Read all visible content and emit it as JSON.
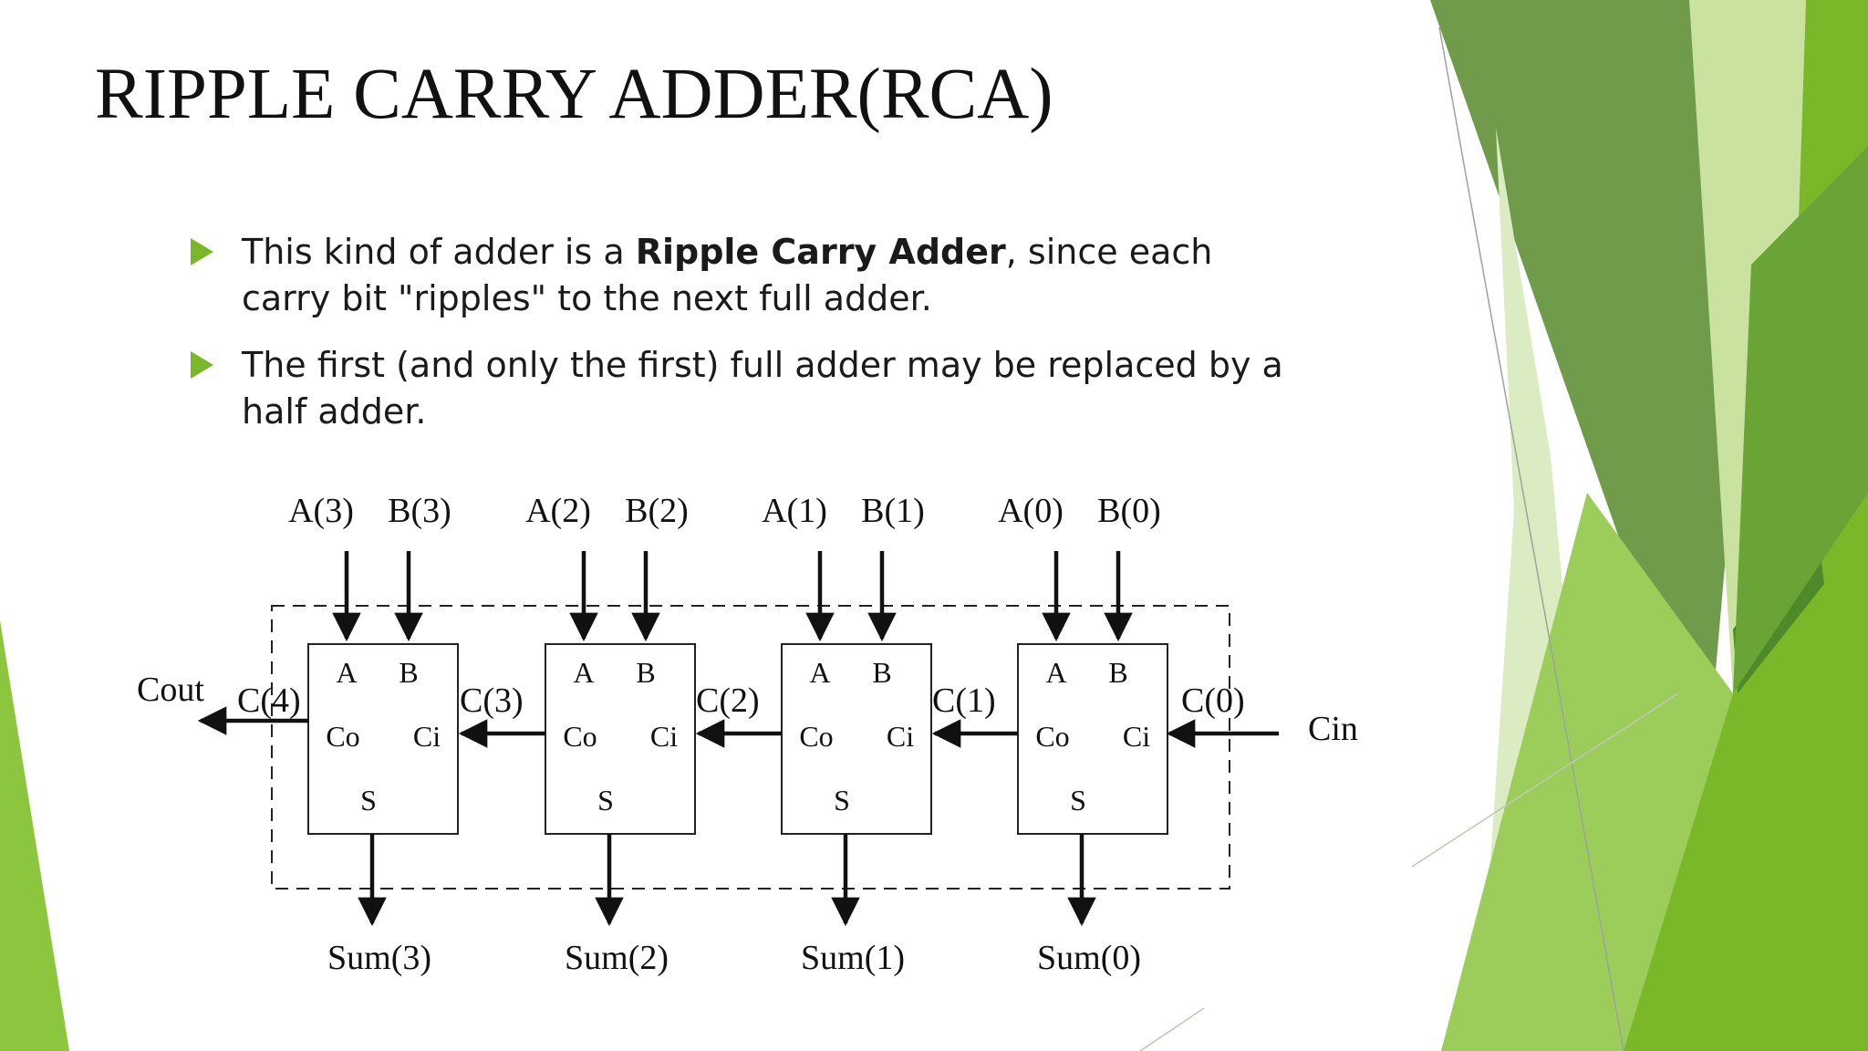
{
  "slide": {
    "title": "RIPPLE CARRY ADDER(RCA)",
    "bullets": [
      {
        "before": "This kind of adder is a ",
        "bold": "Ripple Carry Adder",
        "after": ", since each carry bit \"ripples\" to the next full adder."
      },
      {
        "before": "The first (and only the first) full adder may be replaced by a half adder.",
        "bold": "",
        "after": ""
      }
    ]
  },
  "diagram": {
    "adders": [
      {
        "input_a": "A(3)",
        "input_b": "B(3)",
        "port_a": "A",
        "port_b": "B",
        "port_co": "Co",
        "port_ci": "Ci",
        "port_s": "S",
        "sum": "Sum(3)",
        "carry_out": "C(4)"
      },
      {
        "input_a": "A(2)",
        "input_b": "B(2)",
        "port_a": "A",
        "port_b": "B",
        "port_co": "Co",
        "port_ci": "Ci",
        "port_s": "S",
        "sum": "Sum(2)",
        "carry_out": "C(3)"
      },
      {
        "input_a": "A(1)",
        "input_b": "B(1)",
        "port_a": "A",
        "port_b": "B",
        "port_co": "Co",
        "port_ci": "Ci",
        "port_s": "S",
        "sum": "Sum(1)",
        "carry_out": "C(2)"
      },
      {
        "input_a": "A(0)",
        "input_b": "B(0)",
        "port_a": "A",
        "port_b": "B",
        "port_co": "Co",
        "port_ci": "Ci",
        "port_s": "S",
        "sum": "Sum(0)",
        "carry_out": "C(1)"
      }
    ],
    "carry_in_label": "C(0)",
    "cin": "Cin",
    "cout": "Cout"
  },
  "theme": {
    "accent_green": "#7ab829",
    "dark_green": "#5a8f2a",
    "light_green": "#c9e2a0",
    "text_color": "#111111"
  }
}
